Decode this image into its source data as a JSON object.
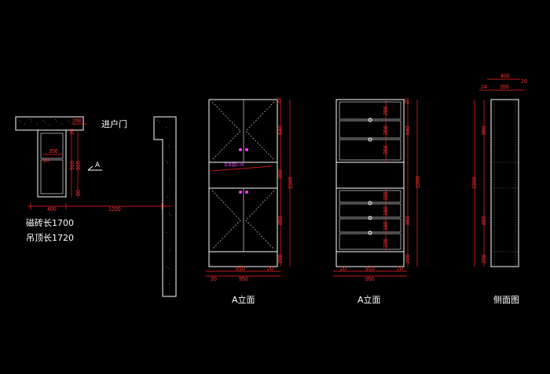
{
  "plan": {
    "entry_label": "进户门",
    "section_marker": "A",
    "tile_length": "磁砖长1700",
    "ceiling_length": "吊顶长1720",
    "dims": {
      "top_width": "260",
      "inner_width": "356",
      "left_offset": "20",
      "depth_910": "910",
      "depth_950": "950",
      "side_20a": "20",
      "side_20b": "20",
      "bottom_400": "400",
      "bottom_1200": "1200"
    }
  },
  "elev_a1": {
    "title": "A立面",
    "note": "见本图C-05",
    "dims": {
      "top_20": "20",
      "upper_840": "840",
      "mid_350": "350",
      "lower_850": "850",
      "base_200": "200",
      "total_2300": "2300",
      "inner_910": "910",
      "side_20a": "20",
      "side_20b": "20",
      "total_950": "950"
    }
  },
  "elev_a2": {
    "title": "A立面",
    "dims": {
      "top_20": "20",
      "d_256a": "256",
      "d_256b": "256",
      "d_256c": "256",
      "upper_840": "840",
      "total_2300": "2300",
      "d_155": "155",
      "d_180a": "180",
      "d_180b": "180",
      "d_225": "225",
      "lower_850": "850",
      "base_200": "200",
      "inner_910": "910",
      "side_20a": "20",
      "side_20b": "20",
      "total_950": "950"
    }
  },
  "side": {
    "title": "侧面图",
    "dims": {
      "top_400": "400",
      "left_24": "24",
      "mid_356": "356",
      "right_20": "20",
      "upper_880": "880",
      "total_2300": "2300",
      "lower_850": "850",
      "base_200": "200"
    }
  },
  "colors": {
    "background": "#000000",
    "lines": "#ffffff",
    "dimensions": "#ff2020",
    "hardware": "#ff40ff"
  }
}
